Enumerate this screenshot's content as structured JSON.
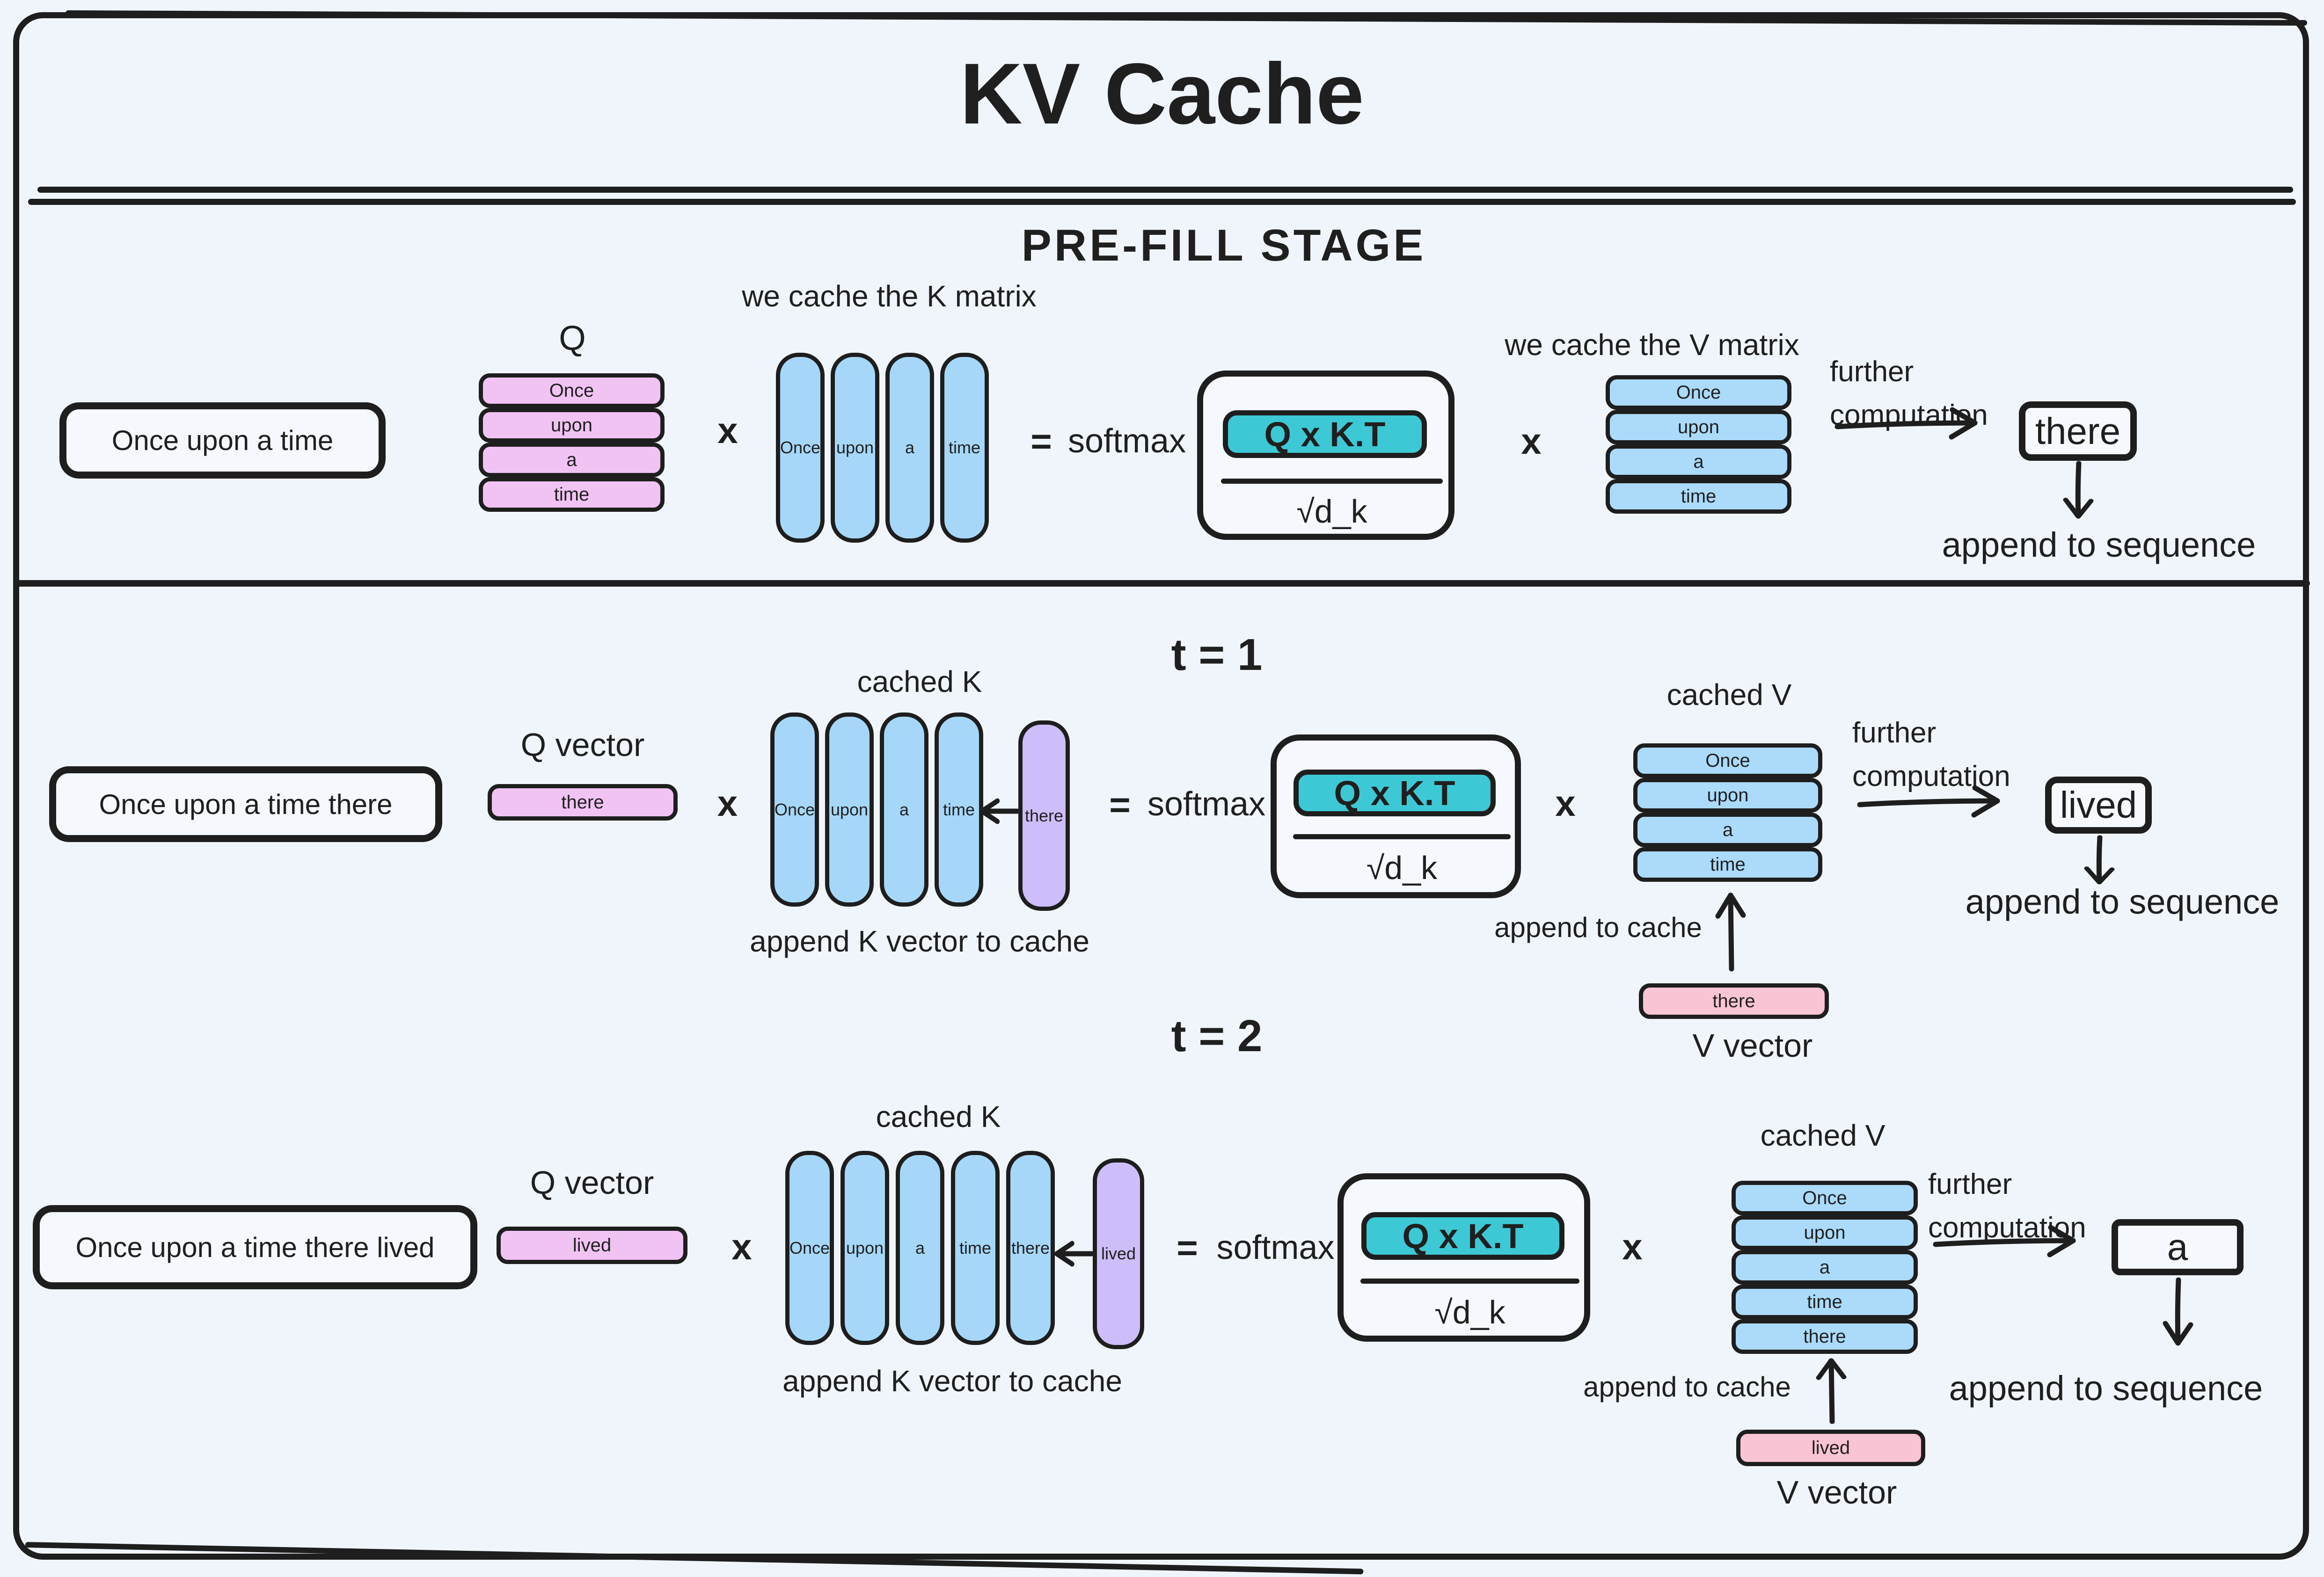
{
  "colors": {
    "background": "#f0f5fb",
    "ink": "#1f1f1f",
    "q_pink": "#f1c3f3",
    "k_blue": "#a6d7f9",
    "v_blue": "#abdafb",
    "teal": "#3dc8d5",
    "new_k_purple": "#cdbefa",
    "new_v_pink": "#f9c4d3"
  },
  "title": "KV Cache",
  "prefill": {
    "heading": "PRE-FILL STAGE",
    "sequence": "Once upon a time",
    "q_label": "Q",
    "q_rows": [
      "Once",
      "upon",
      "a",
      "time"
    ],
    "times": "x",
    "k_caption": "we cache the K matrix",
    "k_cols": [
      "Once",
      "upon",
      "a",
      "time"
    ],
    "equals": "=",
    "softmax_label": "softmax",
    "numerator": "Q x K.T",
    "denominator": "√d_k",
    "times2": "x",
    "v_caption": "we cache the V matrix",
    "v_rows": [
      "Once",
      "upon",
      "a",
      "time"
    ],
    "further_label": "further computation",
    "output_token": "there",
    "append_sequence_label": "append to sequence"
  },
  "t1": {
    "heading": "t = 1",
    "sequence": "Once upon a time there",
    "q_vector_label": "Q vector",
    "q_token": "there",
    "times": "x",
    "cached_k_label": "cached K",
    "k_cols": [
      "Once",
      "upon",
      "a",
      "time"
    ],
    "new_k_token": "there",
    "append_k_label": "append K vector to cache",
    "equals": "=",
    "softmax_label": "softmax",
    "numerator": "Q x K.T",
    "denominator": "√d_k",
    "times2": "x",
    "cached_v_label": "cached V",
    "v_rows": [
      "Once",
      "upon",
      "a",
      "time"
    ],
    "append_cache_label": "append to cache",
    "v_token": "there",
    "v_vector_label": "V vector",
    "further_label": "further computation",
    "output_token": "lived",
    "append_sequence_label": "append to sequence"
  },
  "t2": {
    "heading": "t = 2",
    "sequence": "Once upon a time there lived",
    "q_vector_label": "Q vector",
    "q_token": "lived",
    "times": "x",
    "cached_k_label": "cached K",
    "k_cols": [
      "Once",
      "upon",
      "a",
      "time",
      "there"
    ],
    "new_k_token": "lived",
    "append_k_label": "append K vector to cache",
    "equals": "=",
    "softmax_label": "softmax",
    "numerator": "Q x K.T",
    "denominator": "√d_k",
    "times2": "x",
    "cached_v_label": "cached V",
    "v_rows": [
      "Once",
      "upon",
      "a",
      "time",
      "there"
    ],
    "append_cache_label": "append to cache",
    "v_token": "lived",
    "v_vector_label": "V vector",
    "further_label": "further computation",
    "output_token": "a",
    "append_sequence_label": "append to sequence"
  }
}
